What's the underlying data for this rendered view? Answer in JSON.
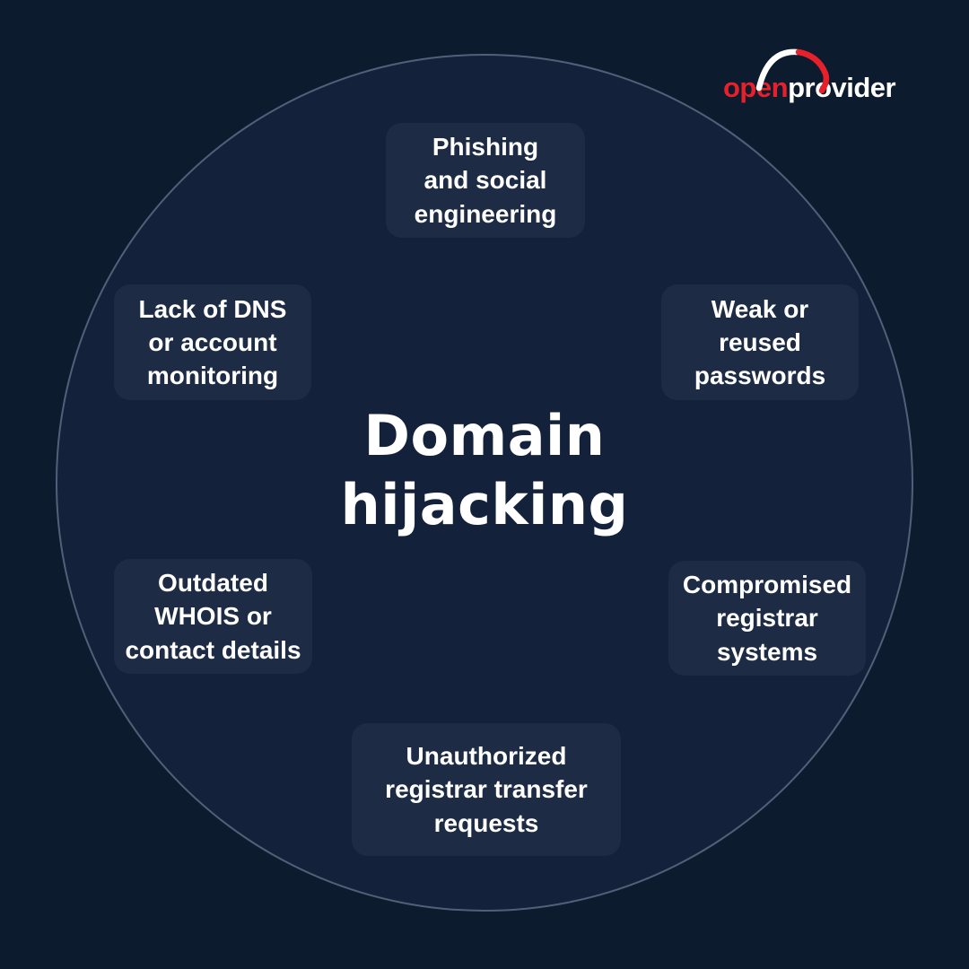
{
  "title_lines": [
    "Domain",
    "hijacking"
  ],
  "logo": {
    "open": "open",
    "provider": "provider"
  },
  "colors": {
    "background": "#0d1b2e",
    "circle_fill": "#13223a",
    "circle_border": "#8ca0b8",
    "card_background": "#1d2c44",
    "text": "#ffffff",
    "accent_red": "#e6212b"
  },
  "factors": [
    {
      "id": "phishing-social-engineering",
      "lines": [
        "Phishing",
        "and social",
        "engineering"
      ]
    },
    {
      "id": "weak-reused-passwords",
      "lines": [
        "Weak or",
        "reused",
        "passwords"
      ]
    },
    {
      "id": "compromised-registrar-systems",
      "lines": [
        "Compromised",
        "registrar",
        "systems"
      ]
    },
    {
      "id": "unauthorized-transfer-requests",
      "lines": [
        "Unauthorized",
        "registrar transfer",
        "requests"
      ]
    },
    {
      "id": "outdated-whois-contact",
      "lines": [
        "Outdated",
        "WHOIS or",
        "contact details"
      ]
    },
    {
      "id": "lack-dns-account-monitoring",
      "lines": [
        "Lack of DNS",
        "or account",
        "monitoring"
      ]
    }
  ]
}
